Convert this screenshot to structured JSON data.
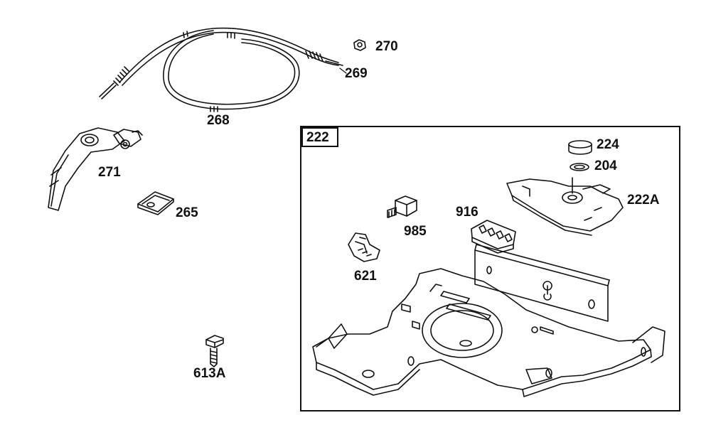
{
  "parts": {
    "p268": "268",
    "p269": "269",
    "p270": "270",
    "p271": "271",
    "p265": "265",
    "p613a": "613A",
    "p222": "222",
    "p224": "224",
    "p204": "204",
    "p222a": "222A",
    "p916": "916",
    "p985": "985",
    "p621": "621"
  }
}
